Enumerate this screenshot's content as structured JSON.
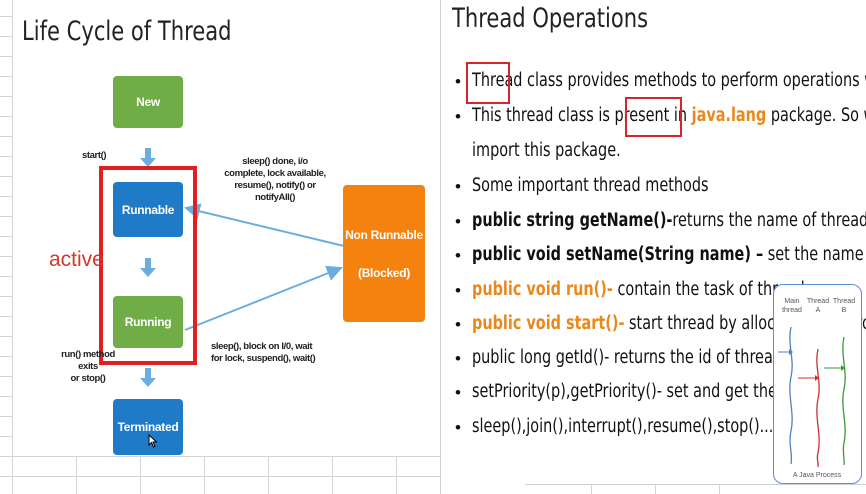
{
  "left_slide": {
    "title": "Life Cycle of Thread",
    "states": {
      "new": "New",
      "runnable": "Runnable",
      "running": "Running",
      "terminated": "Terminated",
      "non_runnable_line1": "Non Runnable",
      "non_runnable_line2": "(Blocked)"
    },
    "active_label": "active",
    "start_label": "start()",
    "wake_label_lines": [
      "sleep() done, i/o",
      "complete, lock available,",
      "resume(), notify() or notifyAll()"
    ],
    "block_label_lines": [
      "sleep(), block on I/0, wait",
      "for lock, suspend(), wait()"
    ],
    "exit_label_lines": [
      "run() method",
      "exits",
      "or stop()"
    ]
  },
  "right_slide": {
    "title": "Thread Operations",
    "lines": {
      "l1_a": "Thread",
      "l1_b": " class provides methods to perform operations with threads.",
      "l2_a": "This thread class is present in ",
      "l2_b": "java.lang",
      "l2_c": " package. So we don’t need to",
      "l3": "import this package.",
      "l4": "Some important thread methods",
      "l5_a": "public string getName()-",
      "l5_b": "returns the name of thread",
      "l6_a": "public void setName(String name) –",
      "l6_b": " set the name of thread.",
      "l7_a": "public void run()-",
      "l7_b": " contain the task of thread",
      "l8_a": "public void start()-",
      "l8_b": " start thread by allocating resources.",
      "l9": "public long getId()- returns the id of thread.",
      "l10": "setPriority(p),getPriority()- set and get the priority.",
      "l11": "sleep(),join(),interrupt(),resume(),stop()...etc"
    },
    "bullet": "•",
    "inset": {
      "main_thread": [
        "Main",
        "thread"
      ],
      "thread_a": [
        "Thread",
        "A"
      ],
      "thread_b": [
        "Thread",
        "B"
      ],
      "caption": "A Java Process"
    }
  },
  "colors": {
    "green": "#70ad47",
    "blue": "#1f7bc7",
    "orange": "#f5820f",
    "red": "#e02020",
    "arrow": "#6aaee0"
  }
}
